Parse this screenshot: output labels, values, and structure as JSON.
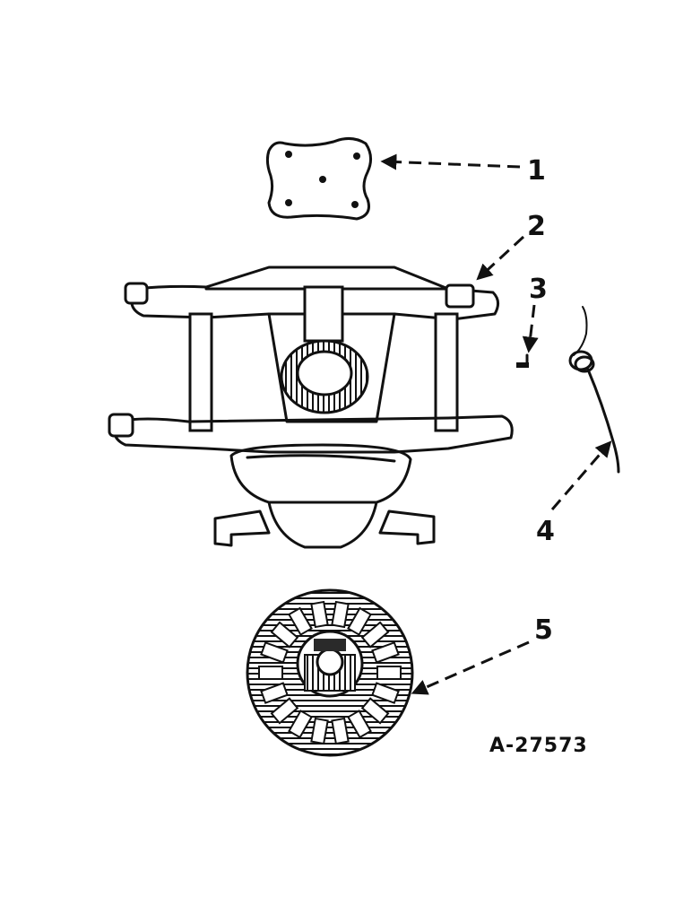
{
  "diagram": {
    "callouts": [
      {
        "id": "1",
        "label": "1"
      },
      {
        "id": "2",
        "label": "2"
      },
      {
        "id": "3",
        "label": "3"
      },
      {
        "id": "4",
        "label": "4"
      },
      {
        "id": "5",
        "label": "5"
      }
    ],
    "figure_id": "A-27573"
  }
}
